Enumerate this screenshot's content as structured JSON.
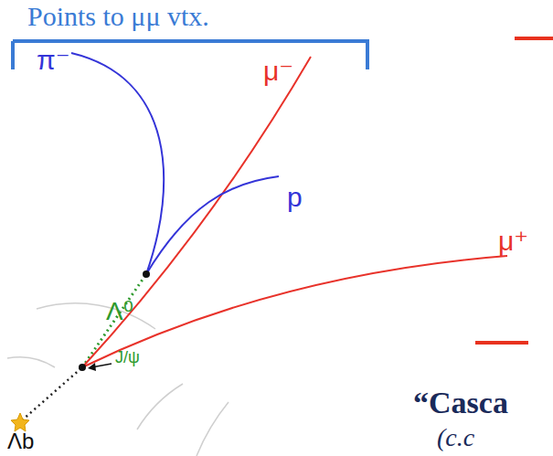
{
  "diagram": {
    "labels": [
      "Points to μμ vtx.",
      "π⁻",
      "μ⁻",
      "p",
      "μ⁺",
      "Λ⁰",
      "J/ψ",
      "Λb",
      "“Casca",
      "(c.c"
    ]
  }
}
